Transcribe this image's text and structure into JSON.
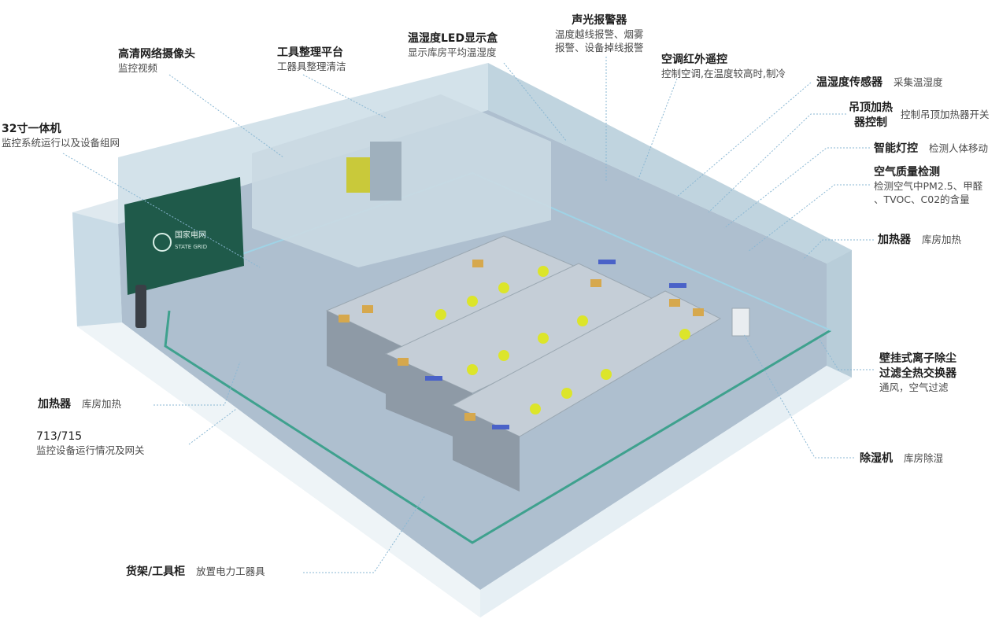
{
  "logo": {
    "brand": "国家电网",
    "sub": "STATE GRID"
  },
  "labels": {
    "camera": {
      "title": "高清网络摄像头",
      "desc": "监控视频"
    },
    "tool_platform": {
      "title": "工具整理平台",
      "desc": "工器具整理清洁"
    },
    "led": {
      "title": "温湿度LED显示盒",
      "desc": "显示库房平均温湿度"
    },
    "alarm": {
      "title": "声光报警器",
      "desc1": "温度越线报警、烟雾",
      "desc2": "报警、设备掉线报警"
    },
    "ac": {
      "title": "空调红外遥控",
      "desc": "控制空调,在温度较高时,制冷"
    },
    "temp_sensor": {
      "title": "温湿度传感器",
      "desc": "采集温湿度"
    },
    "ceiling_heater": {
      "title1": "吊顶加热",
      "title2": "器控制",
      "desc": "控制吊顶加热器开关"
    },
    "light": {
      "title": "智能灯控",
      "desc": "检测人体移动"
    },
    "air_quality": {
      "title": "空气质量检测",
      "desc1": "检测空气中PM2.5、甲醛",
      "desc2": "、TVOC、C02的含量"
    },
    "heater_right": {
      "title": "加热器",
      "desc": "库房加热"
    },
    "exchanger": {
      "title1": "壁挂式离子除尘",
      "title2": "过滤全热交换器",
      "desc": "通风，空气过滤"
    },
    "dehumidifier": {
      "title": "除湿机",
      "desc": "库房除湿"
    },
    "terminal": {
      "title": "32寸一体机",
      "desc": "监控系统运行以及设备组网"
    },
    "heater_left": {
      "title": "加热器",
      "desc": "库房加热"
    },
    "gateway": {
      "title": "713/715",
      "desc": "监控设备运行情况及网关"
    },
    "shelf": {
      "title": "货架/工具柜",
      "desc": "放置电力工器具"
    }
  },
  "colors": {
    "floor": "#aebfcf",
    "wall": "#c9dbe6",
    "glass": "#9fd3e6",
    "screen": "#1f5a4a",
    "rack": "#d9dde2",
    "helmet": "#dce52a",
    "box": "#d6a84d",
    "leader_line": "#8ab7d3"
  }
}
